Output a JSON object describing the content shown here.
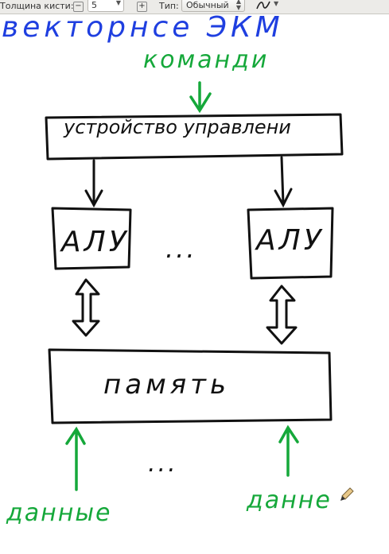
{
  "toolbar": {
    "brush_width_label": "Толщина кисти:",
    "brush_width_value": "5",
    "type_label": "Тип:",
    "type_value": "Обычный",
    "colors": {
      "background": "#ecebe8"
    }
  },
  "whiteboard": {
    "top_heading": "векторнсе ЭКМ",
    "commands_label": "команди",
    "control_unit_label": "устройство управлени",
    "alu_left_label": "АЛУ",
    "alu_right_label": "АЛУ",
    "alu_ellipsis": "...",
    "memory_label": "память",
    "data_ellipsis": "...",
    "data_left_label": "данные",
    "data_right_label": "данне",
    "colors": {
      "blue": "#1f3fe0",
      "green": "#15a83a",
      "black": "#111111"
    }
  }
}
